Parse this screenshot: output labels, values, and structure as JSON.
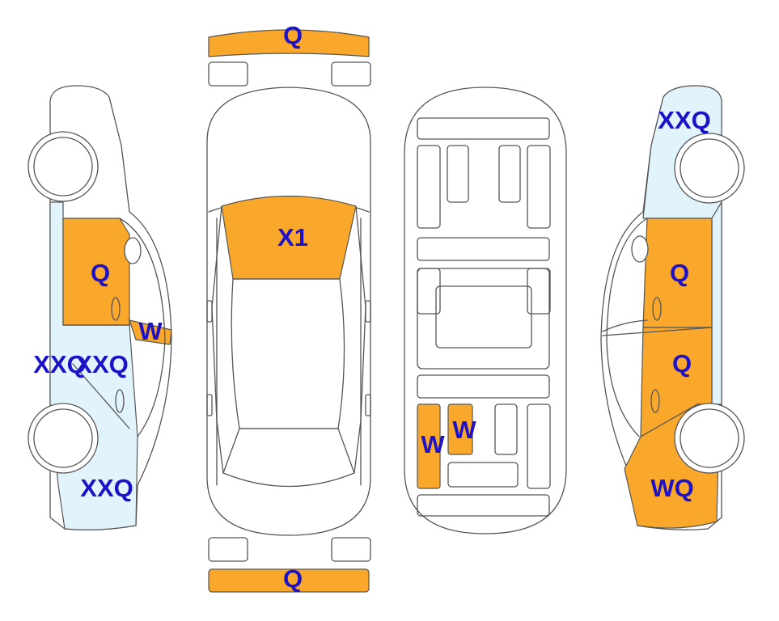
{
  "colors": {
    "damaged": "#F9A82B",
    "minor": "#E2F4FB",
    "label": "#1D12C8",
    "outline": "#555555"
  },
  "labels": {
    "front_bumper": "Q",
    "rear_bumper": "Q",
    "windshield": "X1",
    "left_front_door": "Q",
    "left_mirror": "W",
    "left_rocker": "XXQ",
    "left_rear_door": "XXQ",
    "left_rear_quarter": "XXQ",
    "underbody_left_rear": "W",
    "underbody_center_rear": "W",
    "right_front_fender": "XXQ",
    "right_front_door": "Q",
    "right_rear_door": "Q",
    "right_rear_quarter": "WQ"
  }
}
